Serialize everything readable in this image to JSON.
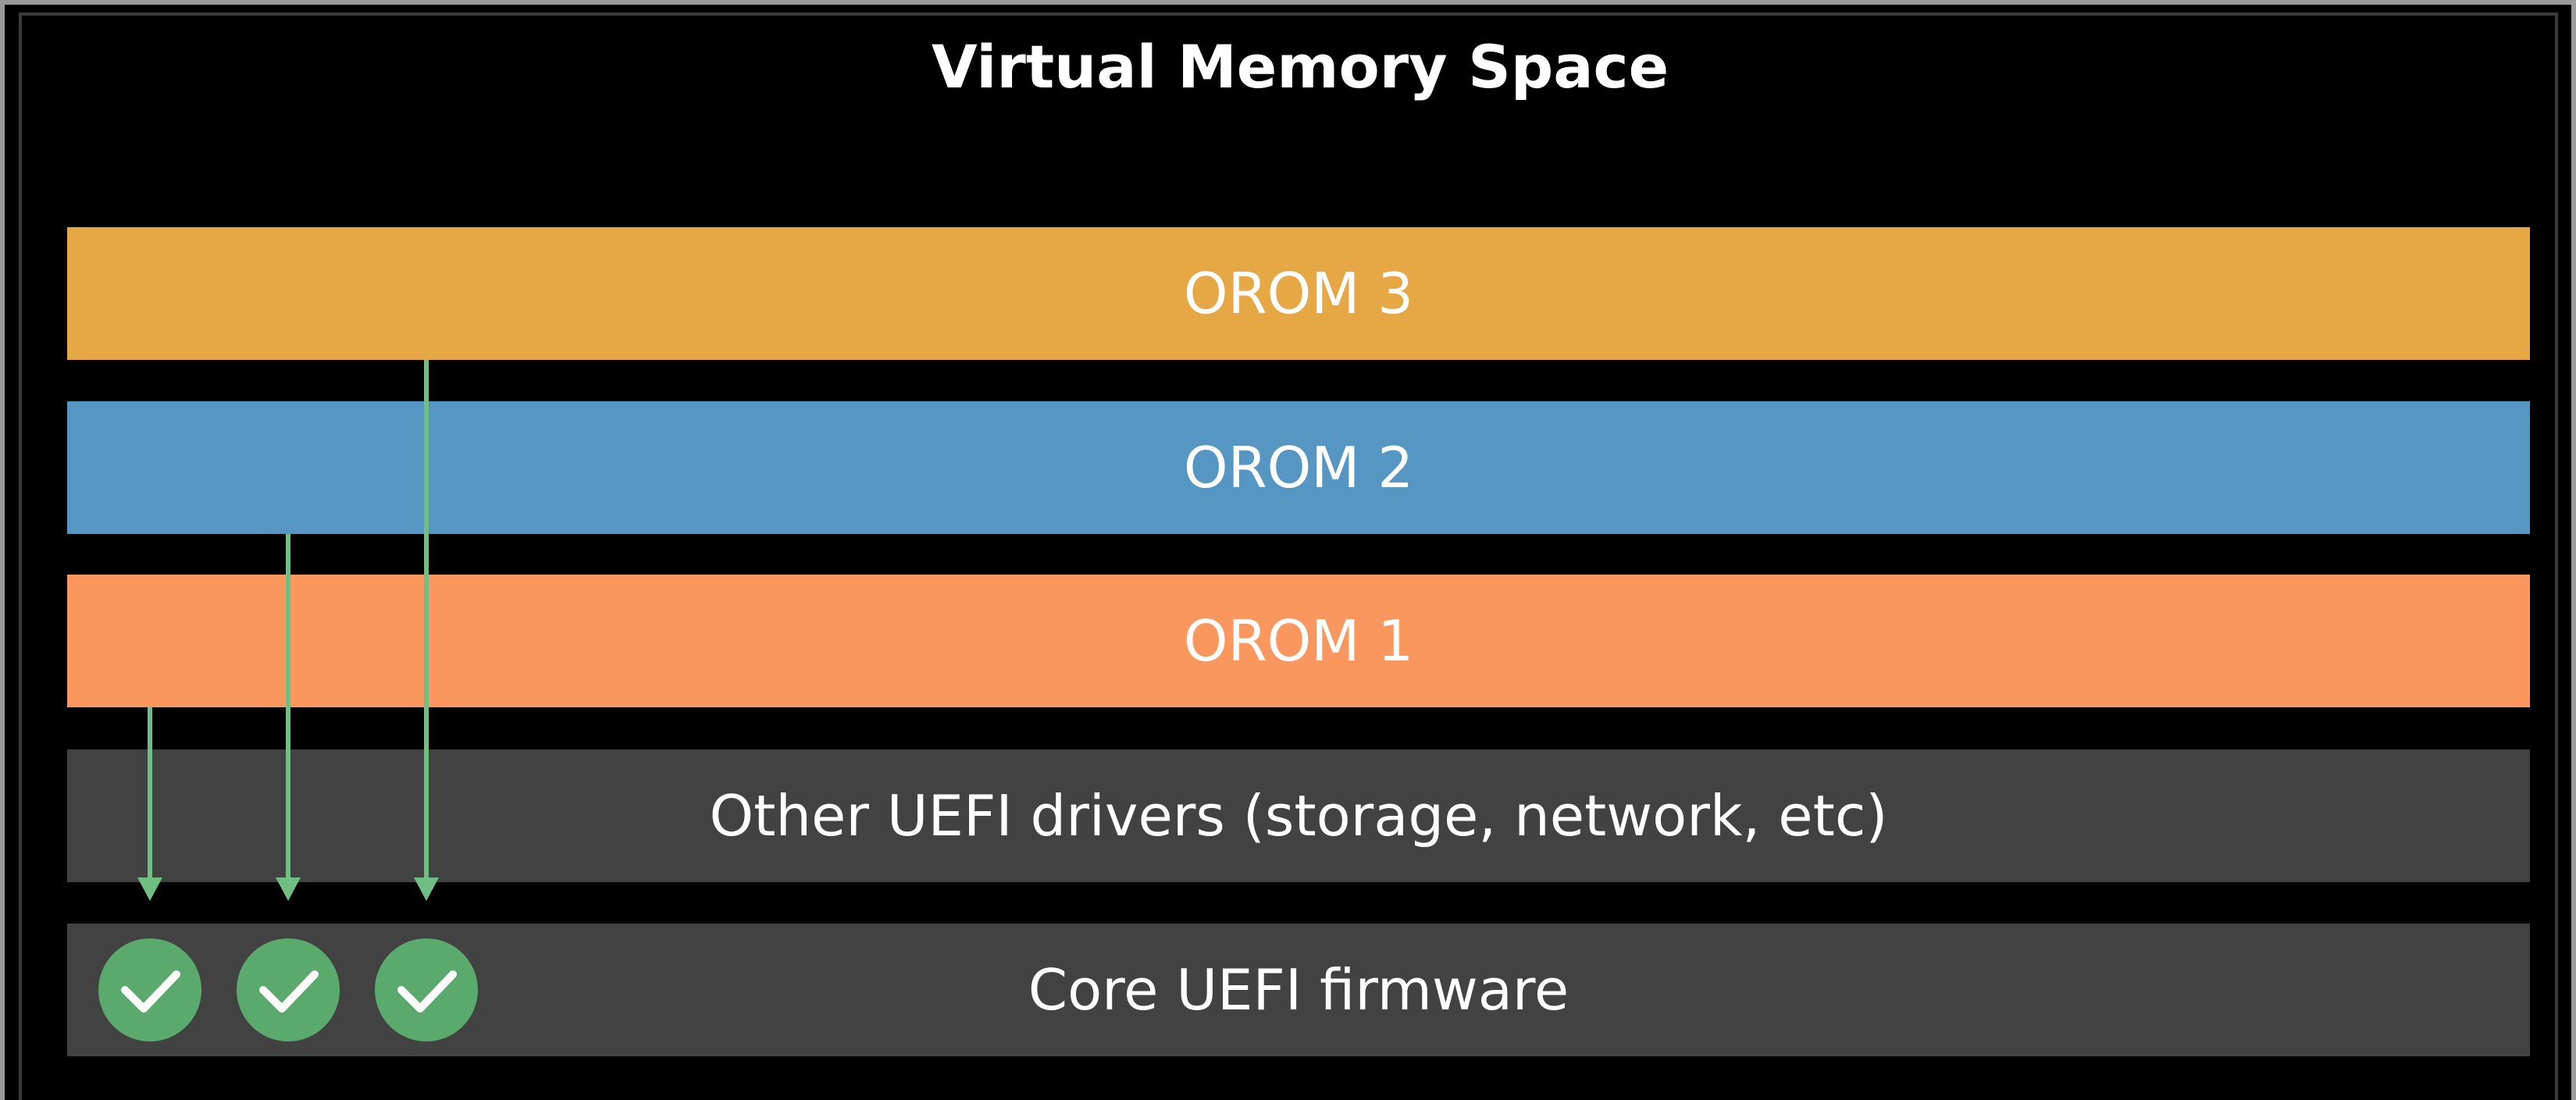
{
  "title": "Virtual Memory Space",
  "layers": {
    "orom3": {
      "label": "OROM 3",
      "color": "#e6a845"
    },
    "orom2": {
      "label": "OROM 2",
      "color": "#5597c2"
    },
    "orom1": {
      "label": "OROM 1",
      "color": "#f9975f"
    },
    "other_drivers": {
      "label": "Other UEFI drivers (storage, network, etc)",
      "color": "#424242"
    },
    "core_firmware": {
      "label": "Core UEFI firmware",
      "color": "#424242"
    }
  },
  "arrows": [
    {
      "from": "OROM 1",
      "to": "Core UEFI firmware"
    },
    {
      "from": "OROM 2",
      "to": "Core UEFI firmware"
    },
    {
      "from": "OROM 3",
      "to": "Core UEFI firmware"
    }
  ],
  "checkmarks": [
    {
      "icon": "check-circle-icon",
      "color": "#5aaa6e"
    },
    {
      "icon": "check-circle-icon",
      "color": "#5aaa6e"
    },
    {
      "icon": "check-circle-icon",
      "color": "#5aaa6e"
    }
  ],
  "colors": {
    "background": "#000000",
    "arrow": "#6fbf83",
    "check": "#5aaa6e",
    "text": "#ffffff"
  }
}
